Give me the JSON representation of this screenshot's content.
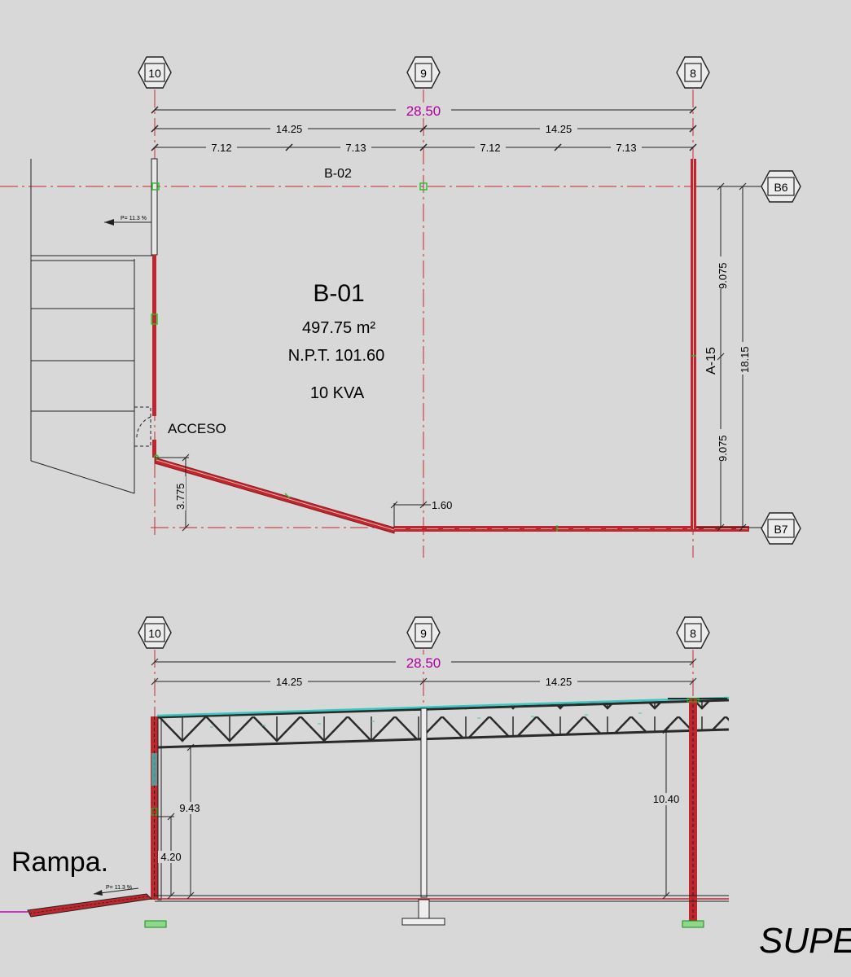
{
  "plan": {
    "axes": {
      "a10": "10",
      "a9": "9",
      "a8": "8",
      "b6": "B6",
      "b7": "B7"
    },
    "dims": {
      "total": "28.50",
      "half_left": "14.25",
      "half_right": "14.25",
      "q1": "7.12",
      "q2": "7.13",
      "q3": "7.12",
      "q4": "7.13",
      "v_upper": "9.075",
      "v_lower": "9.075",
      "v_total": "18.15",
      "v_left": "3.775",
      "offset": "1.60"
    },
    "beam_label": "B-02",
    "wall_label": "A-15",
    "slope_label": "P= 11.3 %",
    "room": {
      "name": "B-01",
      "area": "497.75 m²",
      "npt": "N.P.T.  101.60",
      "power": "10 KVA"
    },
    "access_label": "ACCESO"
  },
  "section": {
    "axes": {
      "a10": "10",
      "a9": "9",
      "a8": "8"
    },
    "dims": {
      "total": "28.50",
      "half_left": "14.25",
      "half_right": "14.25",
      "h_left": "9.43",
      "h_low": "4.20",
      "h_right": "10.40"
    },
    "ramp_label": "Rampa.",
    "slope_label": "P= 11.3 %"
  },
  "corner_text": "SUPE",
  "colors": {
    "background": "#d8d8d8",
    "axis": "#c8282e",
    "wall": "#c0262e",
    "total_dim": "#b0009b",
    "roof": "#38c8c0",
    "steel": "#2a2a2a",
    "marker": "#22c022",
    "ramp": "#c000c0"
  }
}
